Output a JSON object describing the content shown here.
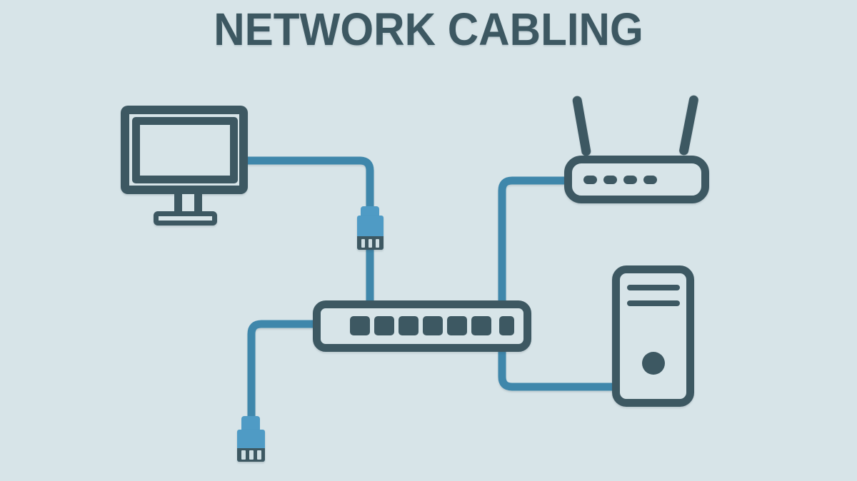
{
  "title": "NETWORK CABLING",
  "colors": {
    "background": "#d7e4e8",
    "ink": "#3d5862",
    "cable": "#3f87ab",
    "plug": "#4f9bc5",
    "pin": "#cfdfe4"
  },
  "devices": {
    "monitor": {
      "icon": "monitor-icon"
    },
    "router": {
      "icon": "wifi-router-icon",
      "antennas": 2,
      "indicators": 4
    },
    "switch": {
      "icon": "network-switch-icon",
      "ports": 7
    },
    "pc_tower": {
      "icon": "pc-tower-icon",
      "drive_slots": 2
    },
    "ethernet_plug": {
      "icon": "ethernet-plug-icon",
      "pins": 3
    }
  },
  "connections": [
    {
      "from": "monitor",
      "to": "switch"
    },
    {
      "from": "switch",
      "to": "router"
    },
    {
      "from": "switch",
      "to": "pc-tower"
    },
    {
      "from": "switch",
      "to": "loose-ethernet-plug"
    }
  ]
}
